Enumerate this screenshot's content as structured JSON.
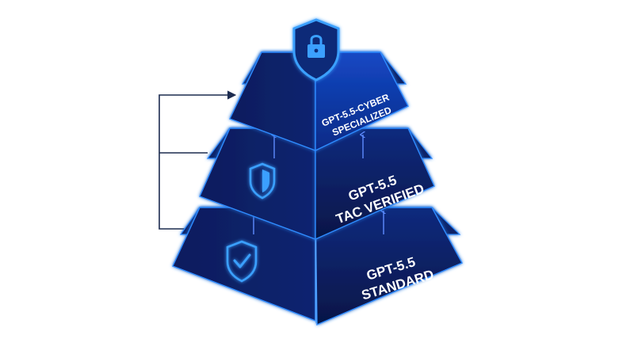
{
  "diagram": {
    "tiers": [
      {
        "id": "cyber",
        "lines": [
          "GPT-5.5-CYBER",
          "SPECIALIZED"
        ],
        "icon": "shield-lock-icon"
      },
      {
        "id": "tac",
        "lines": [
          "GPT-5.5",
          "TAC VERIFIED"
        ],
        "icon": "shield-icon"
      },
      {
        "id": "standard",
        "lines": [
          "GPT-5.5",
          "STANDARD"
        ],
        "icon": "shield-check-icon"
      }
    ],
    "colors": {
      "front_face": "#0a1f63",
      "side_face": "#081a52",
      "top_face": "#0b2a7a",
      "glow_edge": "#2f8bff",
      "icon_glow": "#3aa0ff",
      "bracket": "#1c2b4f"
    }
  }
}
